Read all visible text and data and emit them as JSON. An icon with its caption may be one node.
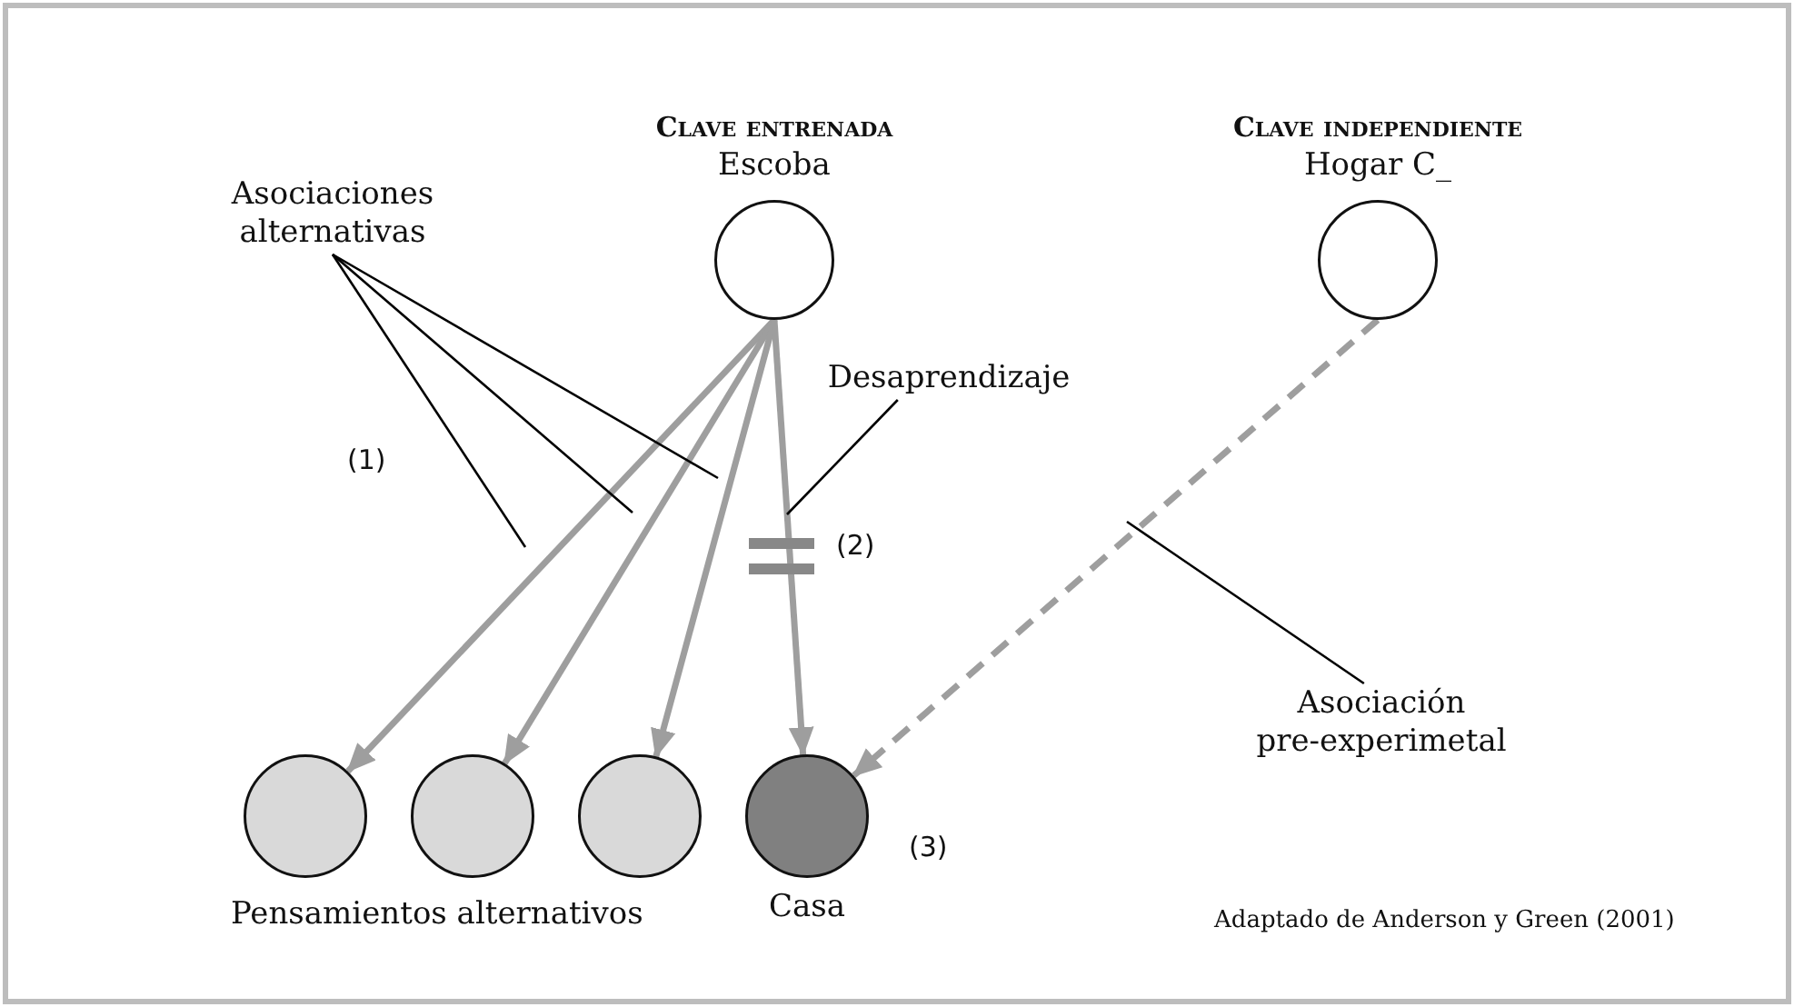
{
  "diagram": {
    "nodes": [
      {
        "text": [
          "Clave entrenada",
          "Escoba"
        ]
      },
      {
        "text": [
          "Clave independiente",
          "Hogar C_"
        ]
      },
      {
        "text": [],
        "shape": "circle"
      },
      {
        "text": [],
        "shape": "circle"
      },
      {
        "text": [],
        "shape": "circle"
      },
      {
        "text": [
          "Casa"
        ],
        "beside": [
          "(3)"
        ]
      },
      {
        "text": [
          "Asociaciones alternativas"
        ]
      },
      {
        "text": [
          "Desaprendizaje"
        ]
      },
      {
        "text": [
          "Asociación pre-experimetal"
        ]
      }
    ],
    "edges": [
      {
        "from": 0,
        "to": 2,
        "arrow": "to",
        "style": "thick"
      },
      {
        "from": 0,
        "to": 3,
        "arrow": "to",
        "style": "thick"
      },
      {
        "from": 0,
        "to": 4,
        "arrow": "to",
        "style": "thick"
      },
      {
        "from": 0,
        "to": 5,
        "arrow": "to",
        "style": "thick"
      },
      {
        "from": 1,
        "to": 5,
        "arrow": "to",
        "style": "dashed"
      },
      {
        "from": 6,
        "to": null,
        "arrow": "none",
        "color": "#000000"
      },
      {
        "from": 6,
        "to": null,
        "arrow": "none",
        "color": "#000000"
      },
      {
        "from": 6,
        "to": null,
        "arrow": "none",
        "color": "#000000"
      },
      {
        "from": 7,
        "to": null,
        "arrow": "none",
        "color": "#000000"
      },
      {
        "from": 8,
        "to": null,
        "arrow": "none",
        "color": "#000000"
      }
    ],
    "labels": [
      "(1)",
      "(2)",
      "Pensamientos alternativos",
      "Adaptado de Anderson y Green (2001)"
    ]
  }
}
